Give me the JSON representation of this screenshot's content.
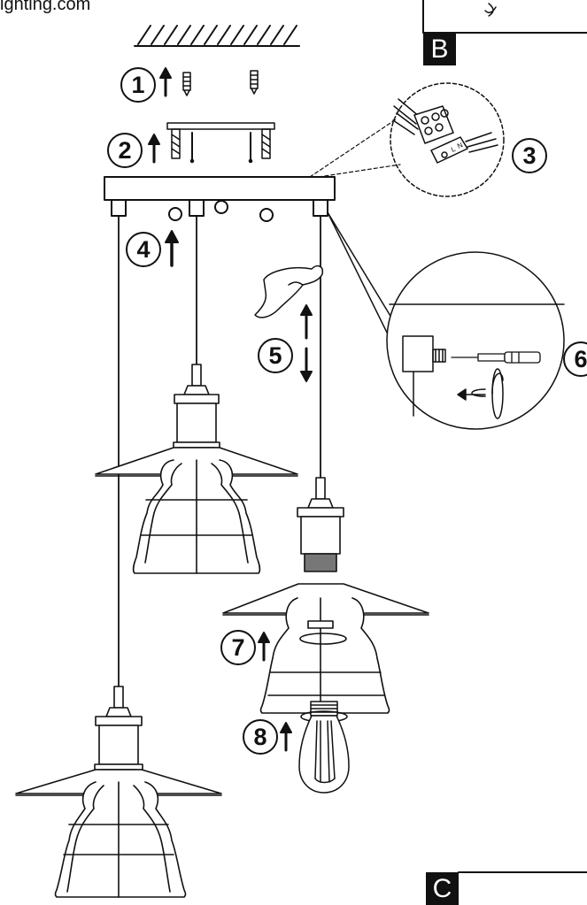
{
  "header": {
    "url_fragment": "ighting.com"
  },
  "panels": {
    "b_label": "B",
    "c_label": "C"
  },
  "steps": [
    "1",
    "2",
    "3",
    "4",
    "5",
    "6",
    "7",
    "8"
  ],
  "icons": {
    "ceiling": "ceiling-hatch-icon",
    "screw": "wall-anchor-icon",
    "bracket": "mounting-bracket-icon",
    "terminal": "terminal-block-icon",
    "screwdriver": "screwdriver-icon",
    "hand": "hand-adjusting-cord-icon",
    "bulb": "edison-bulb-icon"
  },
  "colors": {
    "ink": "#111111",
    "panel_bg": "#111111",
    "panel_text": "#ffffff"
  }
}
